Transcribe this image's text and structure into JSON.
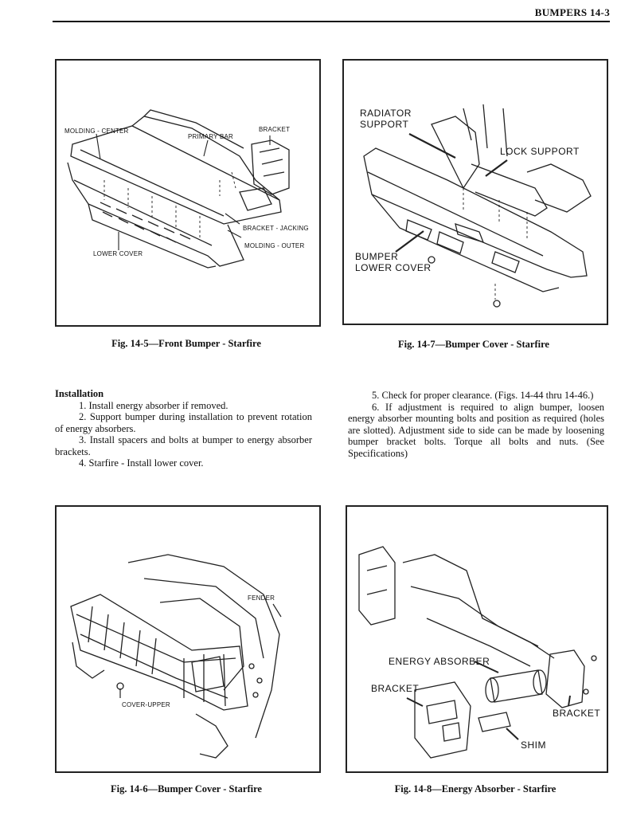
{
  "header": {
    "title": "BUMPERS  14-3"
  },
  "figures": {
    "fig145": {
      "caption": "Fig. 14-5—Front Bumper - Starfire",
      "labels": {
        "molding_center": "MOLDING - CENTER",
        "primary_bar": "PRIMARY BAR",
        "bracket": "BRACKET",
        "bracket_jacking": "BRACKET - JACKING",
        "molding_outer": "MOLDING - OUTER",
        "lower_cover": "LOWER COVER"
      }
    },
    "fig147": {
      "caption": "Fig. 14-7—Bumper Cover - Starfire",
      "labels": {
        "radiator": "RADIATOR",
        "support": "SUPPORT",
        "lock_support": "LOCK SUPPORT",
        "bumper": "BUMPER",
        "lower_cover": "LOWER COVER"
      }
    },
    "fig146": {
      "caption": "Fig. 14-6—Bumper Cover - Starfire",
      "labels": {
        "fender": "FENDER",
        "cover_upper": "COVER-UPPER"
      }
    },
    "fig148": {
      "caption": "Fig. 14-8—Energy Absorber - Starfire",
      "labels": {
        "energy_absorber": "ENERGY ABSORBER",
        "bracket_left": "BRACKET",
        "bracket_right": "BRACKET",
        "shim": "SHIM"
      }
    }
  },
  "installation": {
    "heading": "Installation",
    "steps": [
      "1. Install energy absorber if removed.",
      "2. Support bumper during installation to prevent rotation of energy absorbers.",
      "3. Install spacers and bolts at bumper to energy absorber brackets.",
      "4. Starfire - Install lower cover."
    ]
  },
  "steps_right": [
    "5. Check for proper clearance. (Figs. 14-44 thru 14-46.)",
    "6. If adjustment is required to align bumper, loosen energy absorber mounting bolts and position as required (holes are slotted). Adjustment side to side can be made by loosening bumper bracket bolts. Torque all bolts and nuts. (See Specifications)"
  ]
}
